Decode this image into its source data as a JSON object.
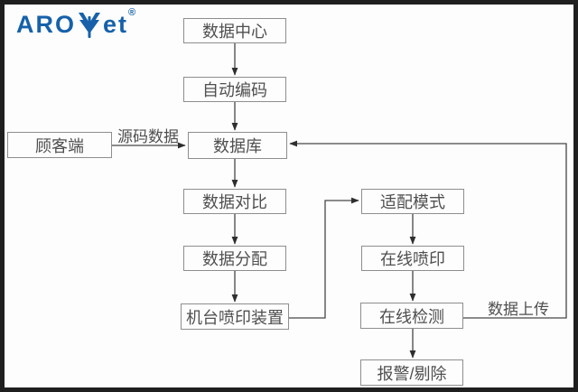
{
  "logo": {
    "text_left": "ARO",
    "text_right": "et",
    "registered": "®",
    "icon": "wheat-leaf-icon",
    "color": "#1661a9"
  },
  "flowchart": {
    "title": "coding and inspection data flow diagram",
    "nodes": [
      {
        "id": "data-center",
        "label": "数据中心"
      },
      {
        "id": "auto-encoding",
        "label": "自动编码"
      },
      {
        "id": "customer-side",
        "label": "顾客端"
      },
      {
        "id": "database",
        "label": "数据库"
      },
      {
        "id": "data-compare",
        "label": "数据对比"
      },
      {
        "id": "data-distribute",
        "label": "数据分配"
      },
      {
        "id": "machine-print-device",
        "label": "机台喷印装置"
      },
      {
        "id": "adapt-mode",
        "label": "适配模式"
      },
      {
        "id": "online-print",
        "label": "在线喷印"
      },
      {
        "id": "online-detect",
        "label": "在线检测"
      },
      {
        "id": "alarm-reject",
        "label": "报警/剔除"
      }
    ],
    "edge_labels": [
      {
        "id": "source-code-data",
        "label": "源码数据",
        "from": "customer-side",
        "to": "database"
      },
      {
        "id": "data-upload",
        "label": "数据上传",
        "from": "online-detect",
        "to": "database"
      }
    ]
  },
  "colors": {
    "background": "#fdfdfd",
    "frame": "#1f1f1f",
    "logo_blue": "#1661a9",
    "line_gray": "#474747",
    "box_border": "#8e8e8e",
    "text_gray": "#4f4f4f"
  }
}
